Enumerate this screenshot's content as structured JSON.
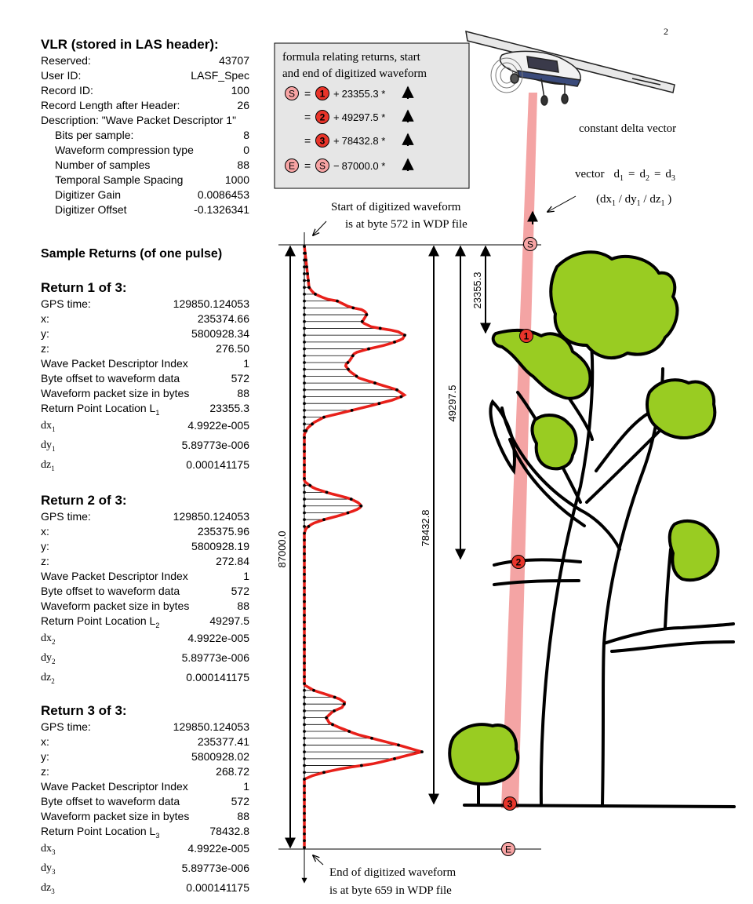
{
  "vlr": {
    "title": "VLR (stored in LAS header):",
    "rows": [
      {
        "label": "Reserved:",
        "value": "43707"
      },
      {
        "label": "User ID:",
        "value": "LASF_Spec"
      },
      {
        "label": "Record ID:",
        "value": "100"
      },
      {
        "label": "Record Length after Header:",
        "value": "26"
      },
      {
        "label": "Description: \"Wave Packet Descriptor 1\"",
        "value": ""
      },
      {
        "label": "Bits per sample:",
        "value": "8"
      },
      {
        "label": "Waveform compression type",
        "value": "0"
      },
      {
        "label": "Number of samples",
        "value": "88"
      },
      {
        "label": "Temporal Sample Spacing",
        "value": "1000"
      },
      {
        "label": "Digitizer Gain",
        "value": "0.0086453"
      },
      {
        "label": "Digitizer Offset",
        "value": "-0.1326341"
      }
    ]
  },
  "sample_heading": "Sample Returns (of one pulse)",
  "returns": [
    {
      "title": "Return 1 of 3:",
      "rows": [
        {
          "label": "GPS time:",
          "value": "129850.124053"
        },
        {
          "label": "x:",
          "value": "235374.66"
        },
        {
          "label": "y:",
          "value": "5800928.34"
        },
        {
          "label": "z:",
          "value": "276.50"
        },
        {
          "label": "Wave Packet Descriptor Index",
          "value": "1"
        },
        {
          "label": "Byte offset to waveform data",
          "value": "572"
        },
        {
          "label": "Waveform packet size in bytes",
          "value": "88"
        }
      ],
      "loc_label": "Return Point Location L",
      "loc_sub": "1",
      "loc_value": "23355.3",
      "d": [
        {
          "label": "dx",
          "sub": "1",
          "value": "4.9922e-005"
        },
        {
          "label": "dy",
          "sub": "1",
          "value": "5.89773e-006"
        },
        {
          "label": "dz",
          "sub": "1",
          "value": "0.000141175"
        }
      ]
    },
    {
      "title": "Return 2 of 3:",
      "rows": [
        {
          "label": "GPS time:",
          "value": "129850.124053"
        },
        {
          "label": "x:",
          "value": "235375.96"
        },
        {
          "label": "y:",
          "value": "5800928.19"
        },
        {
          "label": "z:",
          "value": "272.84"
        },
        {
          "label": "Wave Packet Descriptor Index",
          "value": "1"
        },
        {
          "label": "Byte offset to waveform data",
          "value": "572"
        },
        {
          "label": "Waveform packet size in bytes",
          "value": "88"
        }
      ],
      "loc_label": "Return Point Location L",
      "loc_sub": "2",
      "loc_value": "49297.5",
      "d": [
        {
          "label": "dx",
          "sub": "2",
          "value": "4.9922e-005"
        },
        {
          "label": "dy",
          "sub": "2",
          "value": "5.89773e-006"
        },
        {
          "label": "dz",
          "sub": "2",
          "value": "0.000141175"
        }
      ]
    },
    {
      "title": "Return 3 of 3:",
      "rows": [
        {
          "label": "GPS time:",
          "value": "129850.124053"
        },
        {
          "label": "x:",
          "value": "235377.41"
        },
        {
          "label": "y:",
          "value": "5800928.02"
        },
        {
          "label": "z:",
          "value": "268.72"
        },
        {
          "label": "Wave Packet Descriptor Index",
          "value": "1"
        },
        {
          "label": "Byte offset to waveform data",
          "value": "572"
        },
        {
          "label": "Waveform packet size in bytes",
          "value": "88"
        }
      ],
      "loc_label": "Return Point Location L",
      "loc_sub": "3",
      "loc_value": "78432.8",
      "d": [
        {
          "label": "dx",
          "sub": "3",
          "value": "4.9922e-005"
        },
        {
          "label": "dy",
          "sub": "3",
          "value": "5.89773e-006"
        },
        {
          "label": "dz",
          "sub": "3",
          "value": "0.000141175"
        }
      ]
    }
  ],
  "formula": {
    "title_line1": "formula relating returns, start",
    "title_line2": "and end of digitized waveform",
    "lines": [
      {
        "lhs": "S",
        "eq": "=",
        "base": "1",
        "op": "+",
        "value": "23355.3 *"
      },
      {
        "lhs": "",
        "eq": "=",
        "base": "2",
        "op": "+",
        "value": "49297.5 *"
      },
      {
        "lhs": "",
        "eq": "=",
        "base": "3",
        "op": "+",
        "value": "78432.8 *"
      },
      {
        "lhs": "E",
        "eq": "=",
        "base": "S",
        "op": "−",
        "value": "87000.0 *"
      }
    ]
  },
  "labels": {
    "start_line1": "Start of digitized waveform",
    "start_line2": "is at byte 572 in WDP file",
    "end_line1": "End of digitized waveform",
    "end_line2": "is at byte 659 in WDP file",
    "constant": "constant delta vector",
    "vector_word": "vector",
    "vector_d": "d",
    "sub1": "1",
    "sub2": "2",
    "sub3": "3",
    "eq": "=",
    "vector_line2_a": "(dx",
    "vector_line2_b": " / dy",
    "vector_line2_c": " / dz",
    "vector_line2_d": " )",
    "mark_s": "S",
    "mark_e": "E",
    "mark_1": "1",
    "mark_2": "2",
    "mark_3": "3",
    "dim_87000": "87000.0",
    "dim_78432": "78432.8",
    "dim_49297": "49297.5",
    "dim_23355": "23355.3",
    "corner_mark": "2"
  },
  "colors": {
    "waveform": "#e8201a",
    "beam": "#f4a4a4",
    "marker_red": "#e8342a",
    "marker_pink": "#f7a4a4",
    "foliage": "#99cc22",
    "formula_bg": "#e6e6e6"
  }
}
